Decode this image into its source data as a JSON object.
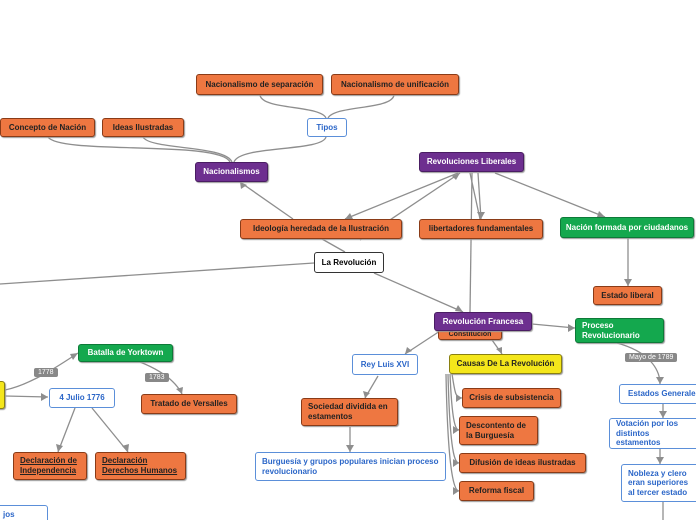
{
  "nodes": {
    "nac_separacion": "Nacionalismo de separación",
    "nac_unificacion": "Nacionalismo de unificación",
    "tipos": "Tipos",
    "concepto_nacion": "Concepto de Nación",
    "ideas_ilustradas": "Ideas Ilustradas",
    "nacionalismos": "Nacionalismos",
    "revoluciones_liberales": "Revoluciones Liberales",
    "ideologia": "Ideología heredada  de la Ilustración",
    "libertadores": "libertadores fundamentales",
    "nacion_formada": "Nación formada por ciudadanos",
    "la_revolucion": "La Revolución",
    "estado_liberal": "Estado liberal",
    "revolucion_francesa": "Revolución Francesa",
    "constitucion_hidden": "Constitución",
    "proceso_revolucionario": "Proceso Revolucionario",
    "batalla_yorktown": "Batalla de Yorktown",
    "tratado_versalles": "Tratado de Versalles",
    "julio_1776": "4 Julio 1776",
    "declaracion_independencia": "Declaración de Independencia",
    "declaracion_ddhh": "Declaración Derechos Humanos",
    "rey_luis": "Rey Luis XVI",
    "causas": "Causas De La Revolución",
    "crisis": "Crisis de subsistencia",
    "descontento": "Descontento de la Burguesía",
    "difusion": "Difusión de ideas ilustradas",
    "reforma_fiscal": "Reforma fiscal",
    "sociedad_dividida": "Sociedad dividida en estamentos",
    "burguesia": "Burguesía y grupos populares inician proceso revolucionario",
    "estados_generales": "Estados Generales",
    "votacion": "Votación por los distintos estamentos",
    "nobleza": "Nobleza y clero eran superiores al tercer estado",
    "cut_bottom_left": "jos"
  },
  "tags": {
    "t1778": "1778",
    "t1783": "1783",
    "mayo1789": "Mayo de 1789"
  },
  "colors": {
    "orange": "#ee7741",
    "purple": "#6d2f8f",
    "green": "#14a84e",
    "yellow": "#f4e61b",
    "link_blue": "#2b66c8",
    "line_gray": "#8a8a8a"
  }
}
